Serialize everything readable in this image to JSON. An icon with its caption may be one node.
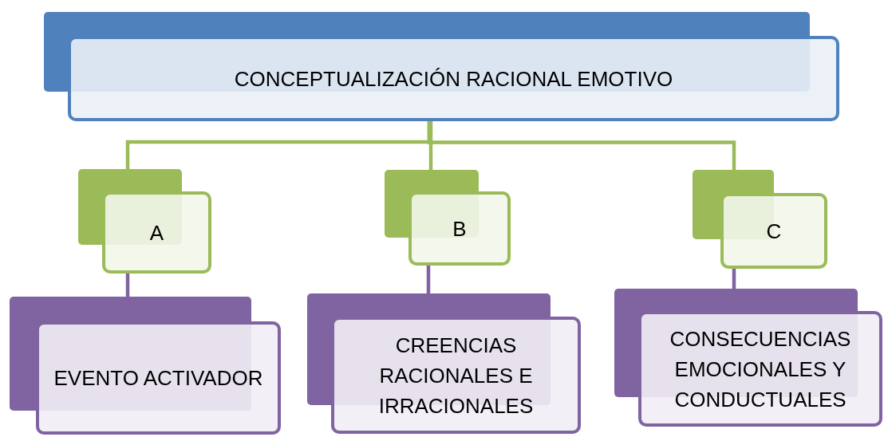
{
  "diagram": {
    "nodes": [
      {
        "text": [
          "CONCEPTUALIZACIÓN RACIONAL EMOTIVO"
        ]
      },
      {
        "text": [
          "A"
        ]
      },
      {
        "text": [
          "B"
        ]
      },
      {
        "text": [
          "C"
        ]
      },
      {
        "text": [
          "EVENTO ACTIVADOR"
        ]
      },
      {
        "text": [
          "CREENCIAS RACIONALES E IRRACIONALES"
        ]
      },
      {
        "text": [
          "CONSECUENCIAS EMOCIONALES Y CONDUCTUALES"
        ]
      }
    ],
    "edges": [
      {
        "from": 0,
        "to": 1,
        "arrow": "none",
        "color": "#9bbb59"
      },
      {
        "from": 0,
        "to": 2,
        "arrow": "none",
        "color": "#9bbb59"
      },
      {
        "from": 0,
        "to": 3,
        "arrow": "none",
        "color": "#9bbb59"
      },
      {
        "from": 1,
        "to": 4,
        "arrow": "none",
        "color": "#8064a2"
      },
      {
        "from": 2,
        "to": 5,
        "arrow": "none",
        "color": "#8064a2"
      },
      {
        "from": 3,
        "to": 6,
        "arrow": "none",
        "color": "#8064a2"
      }
    ]
  }
}
